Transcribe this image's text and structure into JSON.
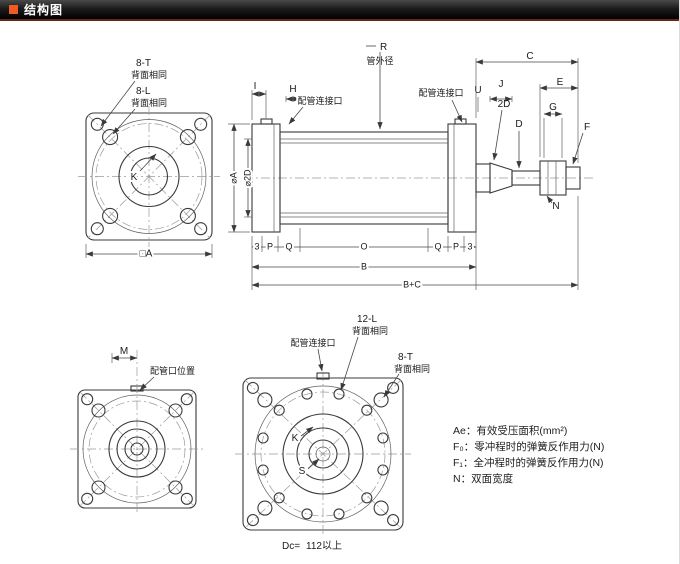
{
  "header": {
    "title": "结构图"
  },
  "front_view": {
    "label_8t": "8-T",
    "note_8t": "背面相同",
    "label_8l": "8-L",
    "note_8l": "背面相同",
    "k": "K",
    "dim_square_a": "□A"
  },
  "side_view": {
    "dim_r": "R",
    "note_tube_od": "管外径",
    "dim_i": "I",
    "dim_h": "H",
    "port_left": "配管连接口",
    "port_right": "配管连接口",
    "dim_u": "U",
    "dim_j": "J",
    "dim_c": "C",
    "dim_e": "E",
    "dim_2d": "2D",
    "dim_d": "D",
    "dim_g": "G",
    "dim_f": "F",
    "dim_n": "N",
    "dim_phi_a": "⌀A",
    "dim_phi_2d": "⌀2D",
    "dim_3_left": "3",
    "dim_p_left": "P",
    "dim_q_left": "Q",
    "dim_o": "O",
    "dim_q_right": "Q",
    "dim_p_right": "P",
    "dim_3_right": "3",
    "dim_b": "B",
    "dim_b_plus_c": "B+C"
  },
  "rod_flange_view": {
    "dim_m": "M",
    "port_position": "配管口位置"
  },
  "mid_flange_view": {
    "label_12l": "12-L",
    "note_12l": "背面相同",
    "port": "配管连接口",
    "label_8t": "8-T",
    "note_8t": "背面相同",
    "k": "K",
    "s": "S",
    "dc_label": "Dc=",
    "dc_value": "112以上"
  },
  "notes": [
    "Ae：有效受压面积(mm²)",
    "F₀：零冲程时的弹簧反作用力(N)",
    "F₁：全冲程时的弹簧反作用力(N)",
    "N：双面宽度"
  ],
  "colors": {
    "accent_orange": "#f05a24",
    "line": "#3a3a3a"
  }
}
